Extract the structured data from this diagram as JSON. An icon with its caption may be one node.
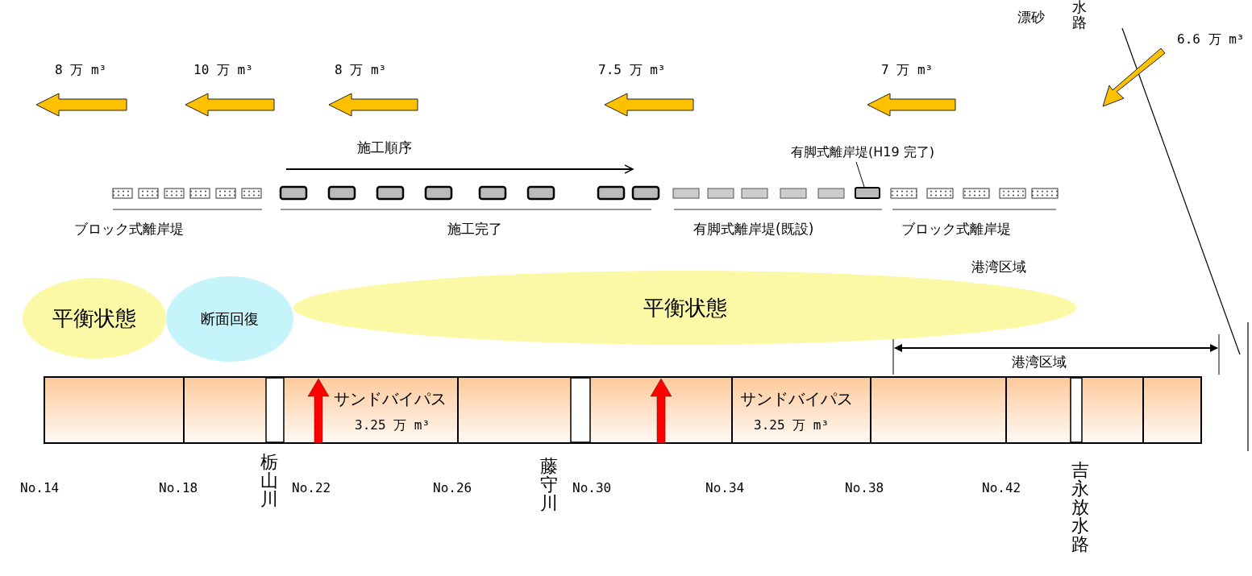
{
  "diagram": {
    "nodes": [
      {
        "text": [
          "平衡状態"
        ]
      },
      {
        "text": [
          "断面回復"
        ]
      },
      {
        "text": [
          "平衡状態"
        ]
      },
      {
        "text": [
          "有脚式離岸堤(H19 完了)"
        ]
      },
      {
        "text": [],
        "shape": "box"
      }
    ],
    "edges": [
      {
        "from": 3,
        "to": 4,
        "arrow": "none"
      }
    ],
    "labels": [
      "漂砂",
      "水路",
      "8 万 m³",
      "10 万 m³",
      "8 万 m³",
      "7.5 万 m³",
      "7 万 m³",
      "6.6 万 m³",
      "施工順序",
      "ブロック式離岸堤",
      "施工完了",
      "有脚式離岸堤(既設)",
      "ブロック式離岸堤",
      "港湾区域",
      "港湾区域",
      "サンドバイパス",
      "3.25 万 m³",
      "サンドバイパス",
      "3.25 万 m³",
      "栃山川",
      "No.14",
      "No.18",
      "No.22",
      "No.26",
      "藤守川",
      "No.30",
      "No.34",
      "No.38",
      "No.42",
      "吉永放水路"
    ]
  }
}
